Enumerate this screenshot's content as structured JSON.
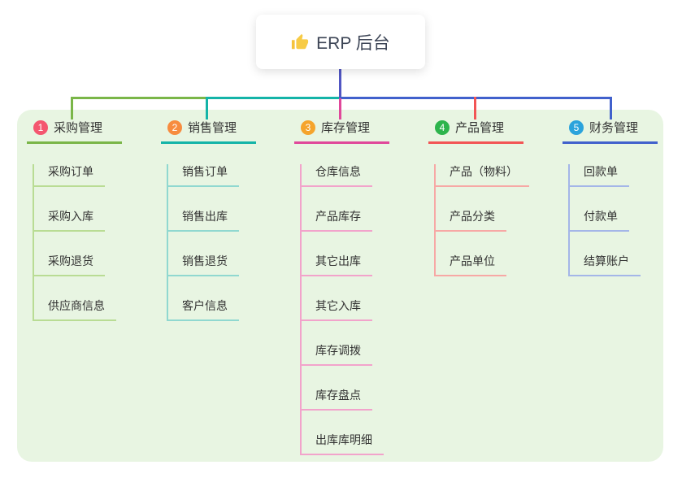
{
  "root": {
    "title": "ERP 后台",
    "icon": "thumbs-up-icon",
    "icon_color": "#f5c33b"
  },
  "branches": [
    {
      "index": "1",
      "title": "采购管理",
      "color": "#7ab648",
      "light": "#b9dc94",
      "badge": "#f4566f",
      "items": [
        "采购订单",
        "采购入库",
        "采购退货",
        "供应商信息"
      ]
    },
    {
      "index": "2",
      "title": "销售管理",
      "color": "#14b4a8",
      "light": "#90d8d0",
      "badge": "#f78c3f",
      "items": [
        "销售订单",
        "销售出库",
        "销售退货",
        "客户信息"
      ]
    },
    {
      "index": "3",
      "title": "库存管理",
      "color": "#e0489a",
      "light": "#f2a3cb",
      "badge": "#f5a42c",
      "items": [
        "仓库信息",
        "产品库存",
        "其它出库",
        "其它入库",
        "库存调拨",
        "库存盘点",
        "出库库明细"
      ]
    },
    {
      "index": "4",
      "title": "产品管理",
      "color": "#f25555",
      "light": "#f7a8a5",
      "badge": "#2db44c",
      "items": [
        "产品（物料）",
        "产品分类",
        "产品单位"
      ]
    },
    {
      "index": "5",
      "title": "财务管理",
      "color": "#4161cc",
      "light": "#a4b6e8",
      "badge": "#2ba3dc",
      "items": [
        "回款单",
        "付款单",
        "结算账户"
      ]
    }
  ],
  "colors": {
    "canvas_bg": "#ffffff",
    "panel_bg": "#e8f5e2",
    "root_line": "#5156c3",
    "text": "#333333",
    "root_text": "#3c4455"
  }
}
